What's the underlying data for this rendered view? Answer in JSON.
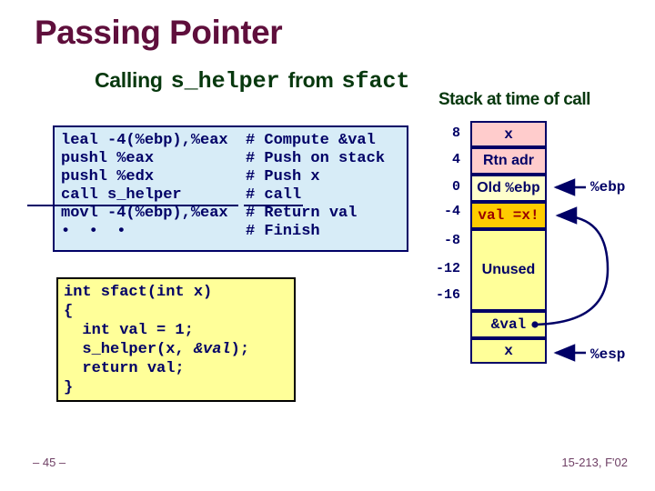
{
  "slide": {
    "title": "Passing Pointer",
    "footer_left": "– 45 –",
    "footer_right": "15-213, F'02"
  },
  "subtitle": {
    "word1": "Calling",
    "code1": "s_helper",
    "word2": "from",
    "code2": "sfact"
  },
  "asm_box": {
    "lines": [
      {
        "asm": "leal -4(%ebp),%eax",
        "comment": "# Compute &val"
      },
      {
        "asm": "pushl %eax",
        "comment": "# Push on stack"
      },
      {
        "asm": "pushl %edx",
        "comment": "# Push x"
      },
      {
        "asm": "call s_helper",
        "comment": "# call"
      },
      {
        "asm": "movl -4(%ebp),%eax",
        "comment": "# Return val"
      },
      {
        "asm": "•  •  •",
        "comment": "# Finish"
      }
    ]
  },
  "c_box": {
    "line1": "int sfact(int x)",
    "line2": "{",
    "line3": "  int val = 1;",
    "call_pre": "  s_helper(x, ",
    "call_arg": "&val",
    "call_post": ");",
    "line5": "  return val;",
    "line6": "}"
  },
  "stack": {
    "heading": "Stack at time of call",
    "offsets": [
      "8",
      "4",
      "0",
      "-4",
      "-8",
      "-12",
      "-16"
    ],
    "cells": {
      "arg_x": "x",
      "rtn_adr": "Rtn adr",
      "old_word": "Old ",
      "old_reg": "%ebp",
      "val": "val =x!",
      "unused": "Unused",
      "addr_val": "&val",
      "param_x": "x"
    },
    "reg_ebp": "%ebp",
    "reg_esp": "%esp"
  },
  "colors": {
    "navy": "#000066",
    "dark_green": "#07380E",
    "title_maroon": "#5F0F3C",
    "gold": "#FFCC00",
    "pink": "#FFCCCC",
    "pale_yellow": "#FFFFCC",
    "yellow": "#FFFF99",
    "asm_bg": "#D7ECF7",
    "val_text_red": "#990000",
    "footer_plum": "#6F4065"
  }
}
